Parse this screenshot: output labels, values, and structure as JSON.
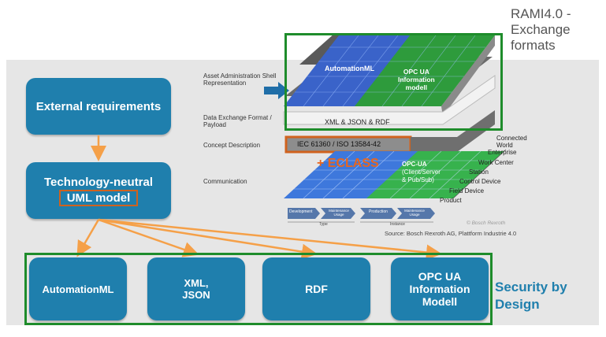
{
  "title": "RAMI4.0 - Exchange formats",
  "left_boxes": {
    "external": "External requirements",
    "uml_line1": "Technology-neutral",
    "uml_line2": "UML model"
  },
  "bottom_boxes": {
    "automationml": "AutomationML",
    "xml_json_line1": "XML,",
    "xml_json_line2": "JSON",
    "rdf": "RDF",
    "opcua_line1": "OPC UA",
    "opcua_line2": "Information",
    "opcua_line3": "Modell"
  },
  "security_line1": "Security by",
  "security_line2": "Design",
  "rami": {
    "row_labels": {
      "aas_line1": "Asset Administration Shell",
      "aas_line2": "Representation",
      "def_line1": "Data Exchange Format /",
      "def_line2": "Payload",
      "concept": "Concept Description",
      "comm": "Communication"
    },
    "top_blue_label": "AutomationML",
    "top_green_line1": "OPC UA",
    "top_green_line2": "Information",
    "top_green_line3": "modell",
    "xml_layer": "XML & JSON & RDF",
    "iec_layer": "IEC 61360 / ISO 13584-42",
    "eclass": "+ ECLASS",
    "comm_green_line1": "OPC-UA",
    "comm_green_line2": "(Client/Server",
    "comm_green_line3": "& Pub/Sub)",
    "hierarchy": [
      "Connected",
      "World",
      "Enterprise",
      "Work Center",
      "Station",
      "Control Device",
      "Field Device",
      "Product"
    ],
    "lifecycle": [
      "Development",
      "Maintenance Usage",
      "Production",
      "Maintenance Usage"
    ],
    "lifecycle_sub": [
      "Type",
      "Instance"
    ],
    "watermark": "© Bosch Rexroth",
    "source": "Source: Bosch Rexroth AG, Plattform Industrie 4.0"
  }
}
